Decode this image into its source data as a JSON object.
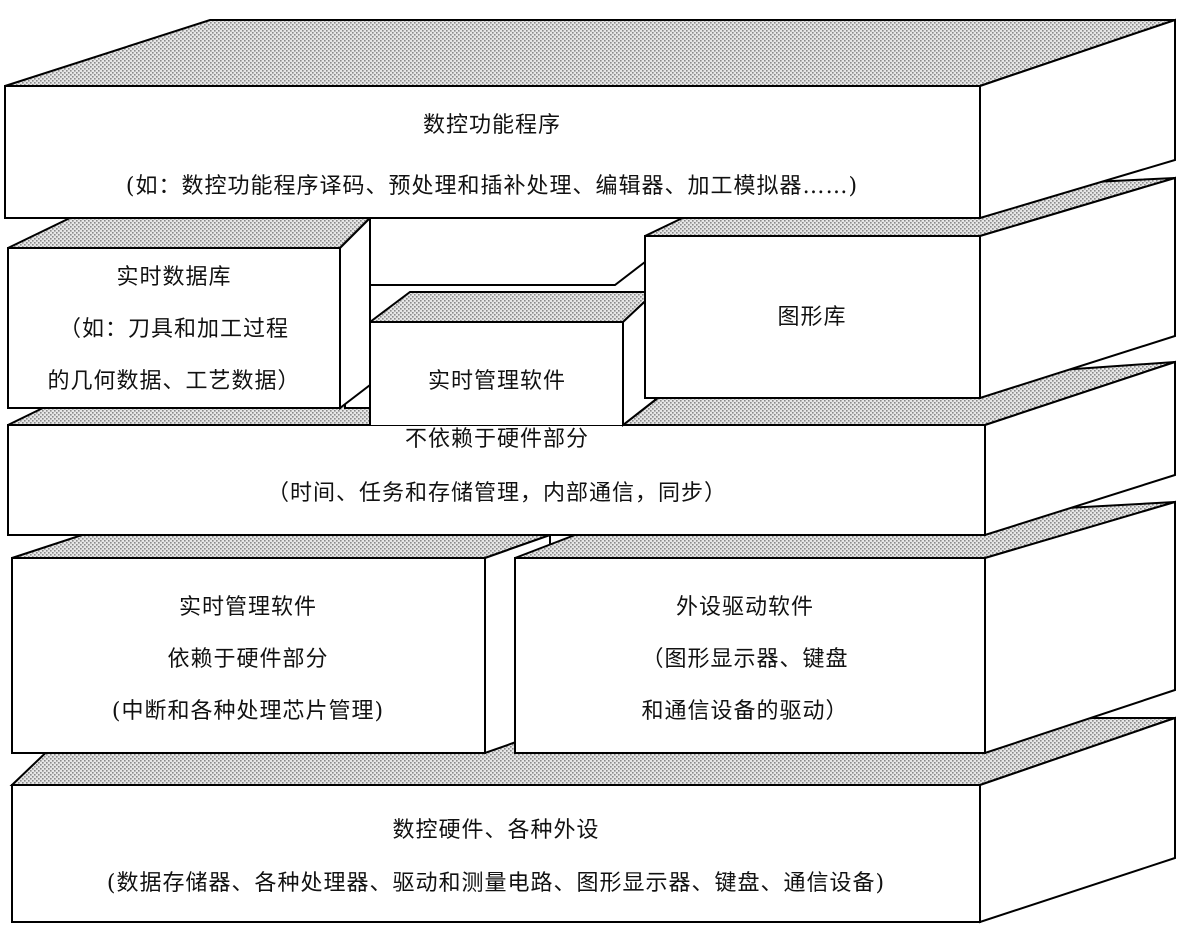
{
  "layers": {
    "nc_functions": {
      "title": "数控功能程序",
      "detail": "(如：数控功能程序译码、预处理和插补处理、编辑器、加工模拟器……)"
    },
    "realtime_db": {
      "title": "实时数据库",
      "detail1": "（如：刀具和加工过程",
      "detail2": "的几何数据、工艺数据）"
    },
    "graphics_lib": {
      "title": "图形库"
    },
    "rt_independent": {
      "title": "实时管理软件",
      "subtitle": "不依赖于硬件部分",
      "detail": "（时间、任务和存储管理，内部通信，同步）"
    },
    "rt_dependent": {
      "title": "实时管理软件",
      "subtitle": "依赖于硬件部分",
      "detail": "(中断和各种处理芯片管理)"
    },
    "peripheral_drivers": {
      "title": "外设驱动软件",
      "detail1": "（图形显示器、键盘",
      "detail2": "和通信设备的驱动）"
    },
    "hardware": {
      "title": "数控硬件、各种外设",
      "detail": "(数据存储器、各种处理器、驱动和测量电路、图形显示器、键盘、通信设备)"
    }
  }
}
